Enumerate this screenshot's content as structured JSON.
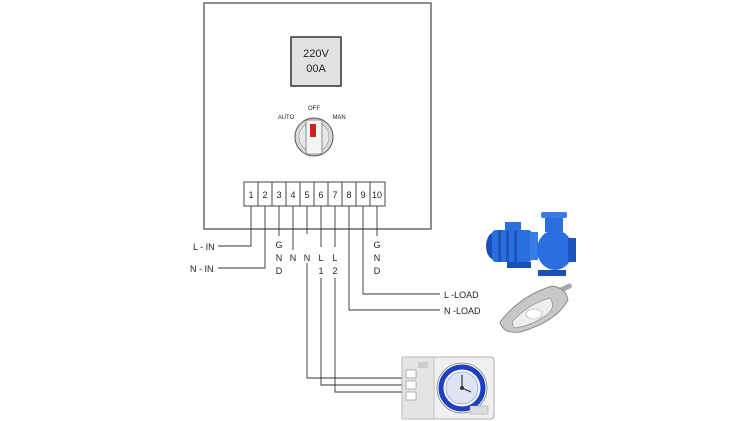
{
  "controller": {
    "display": {
      "voltage": "220V",
      "current": "00A"
    },
    "selector": {
      "left": "AUTO",
      "top": "OFF",
      "right": "MAN"
    },
    "terminals": [
      "1",
      "2",
      "3",
      "4",
      "5",
      "6",
      "7",
      "8",
      "9",
      "10"
    ]
  },
  "wire_labels": {
    "line_in": "L - IN",
    "neutral_in": "N - IN",
    "gnd_left": [
      "G",
      "N",
      "D"
    ],
    "n_wire": "N",
    "l1": [
      "L",
      "1"
    ],
    "l2": [
      "L",
      "2"
    ],
    "gnd_right": [
      "G",
      "N",
      "D"
    ],
    "l_load": "L -LOAD",
    "n_load": "N -LOAD"
  },
  "devices": {
    "pump": "water-pump",
    "lamp": "street-lamp",
    "timer": "mechanical-timer"
  }
}
